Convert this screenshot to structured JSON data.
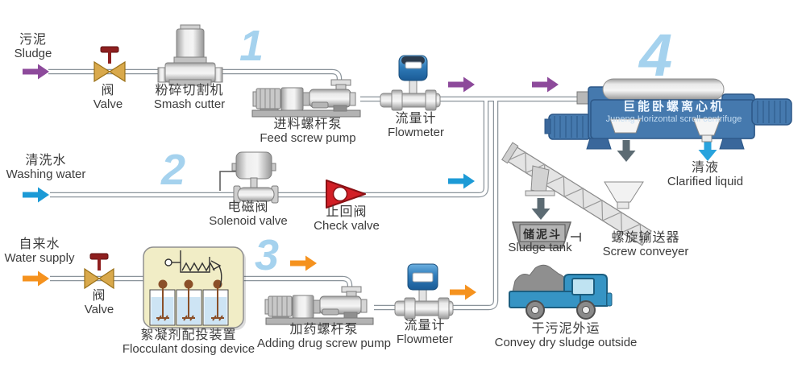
{
  "stages": {
    "s1": "1",
    "s2": "2",
    "s3": "3",
    "s4": "4"
  },
  "streams": {
    "sludge": {
      "zh": "污泥",
      "en": "Sludge"
    },
    "washing_water": {
      "zh": "清洗水",
      "en": "Washing water"
    },
    "water_supply": {
      "zh": "自来水",
      "en": "Water supply"
    }
  },
  "components": {
    "valve1": {
      "zh": "阀",
      "en": "Valve"
    },
    "smash_cutter": {
      "zh": "粉碎切割机",
      "en": "Smash cutter"
    },
    "feed_screw_pump": {
      "zh": "进料螺杆泵",
      "en": "Feed screw pump"
    },
    "flowmeter1": {
      "zh": "流量计",
      "en": "Flowmeter"
    },
    "centrifuge": {
      "zh": "巨能卧螺离心机",
      "en": "Juneng Horizontal scroll centrifuge"
    },
    "clarified_liquid": {
      "zh": "清液",
      "en": "Clarified liquid"
    },
    "solenoid_valve": {
      "zh": "电磁阀",
      "en": "Solenoid valve"
    },
    "check_valve": {
      "zh": "止回阀",
      "en": "Check valve"
    },
    "valve2": {
      "zh": "阀",
      "en": "Valve"
    },
    "flocculant_dosing_device": {
      "zh": "絮凝剂配投装置",
      "en": "Flocculant dosing device"
    },
    "adding_drug_screw_pump": {
      "zh": "加药螺杆泵",
      "en": "Adding drug screw pump"
    },
    "flowmeter2": {
      "zh": "流量计",
      "en": "Flowmeter"
    },
    "sludge_tank": {
      "zh": "储泥斗",
      "en": "Sludge tank"
    },
    "screw_conveyer": {
      "zh": "螺旋输送器",
      "en": "Screw conveyer"
    },
    "dry_sludge_transport": {
      "zh": "干污泥外运",
      "en": "Convey dry sludge outside"
    }
  },
  "colors": {
    "arrow_purple": "#8d4a9b",
    "arrow_blue": "#1c9ad6",
    "arrow_light_blue": "#29a3dd",
    "arrow_orange": "#f5921e",
    "arrow_gray": "#5c6b73",
    "stage_number_blue": "#a5d2ee",
    "centrifuge_blue": "#4579ae",
    "valve_tan": "#d9a94c",
    "valve_handle_red": "#8e1f1f",
    "check_valve_red": "#d21f26",
    "flowmeter_head_blue": "#2f7cba",
    "truck_blue": "#3694c4",
    "dosing_device_cream": "#f1edc6",
    "dosing_liquid_blue": "#cde4f4",
    "pipe_gray": "#8b949b"
  }
}
